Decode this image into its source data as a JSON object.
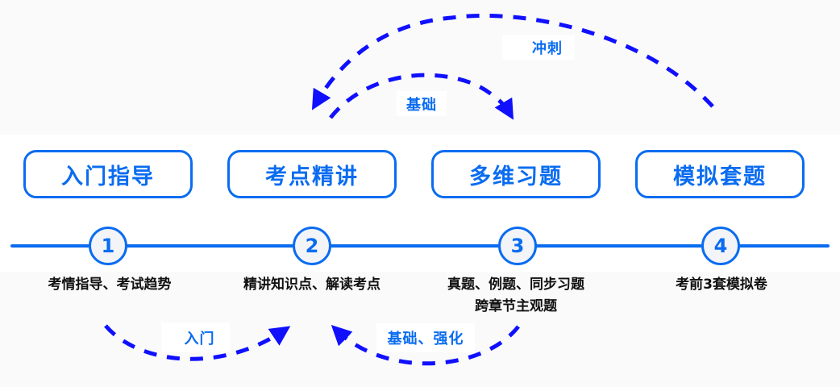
{
  "colors": {
    "accent": "#0a6cf0",
    "arrow": "#1010ff",
    "text": "#111111"
  },
  "stages": [
    {
      "title": "入门指导",
      "number": "1",
      "description": [
        "考情指导、考试趋势"
      ]
    },
    {
      "title": "考点精讲",
      "number": "2",
      "description": [
        "精讲知识点、解读考点"
      ]
    },
    {
      "title": "多维习题",
      "number": "3",
      "description": [
        "真题、例题、同步习题",
        "跨章节主观题"
      ]
    },
    {
      "title": "模拟套题",
      "number": "4",
      "description": [
        "考前3套模拟卷"
      ]
    }
  ],
  "flows": {
    "sprint": {
      "label": "冲刺",
      "from": "模拟套题",
      "to": "考点精讲",
      "icon": "dashed-arrow-icon"
    },
    "foundation_top": {
      "label": "基础",
      "from": "考点精讲",
      "to": "多维习题",
      "icon": "dashed-arrow-icon"
    },
    "intro": {
      "label": "入门",
      "from": "入门指导",
      "to": "考点精讲",
      "icon": "dashed-arrow-icon"
    },
    "foundation_strengthen": {
      "label": "基础、强化",
      "from": "多维习题",
      "to": "考点精讲",
      "icon": "dashed-arrow-icon"
    }
  }
}
